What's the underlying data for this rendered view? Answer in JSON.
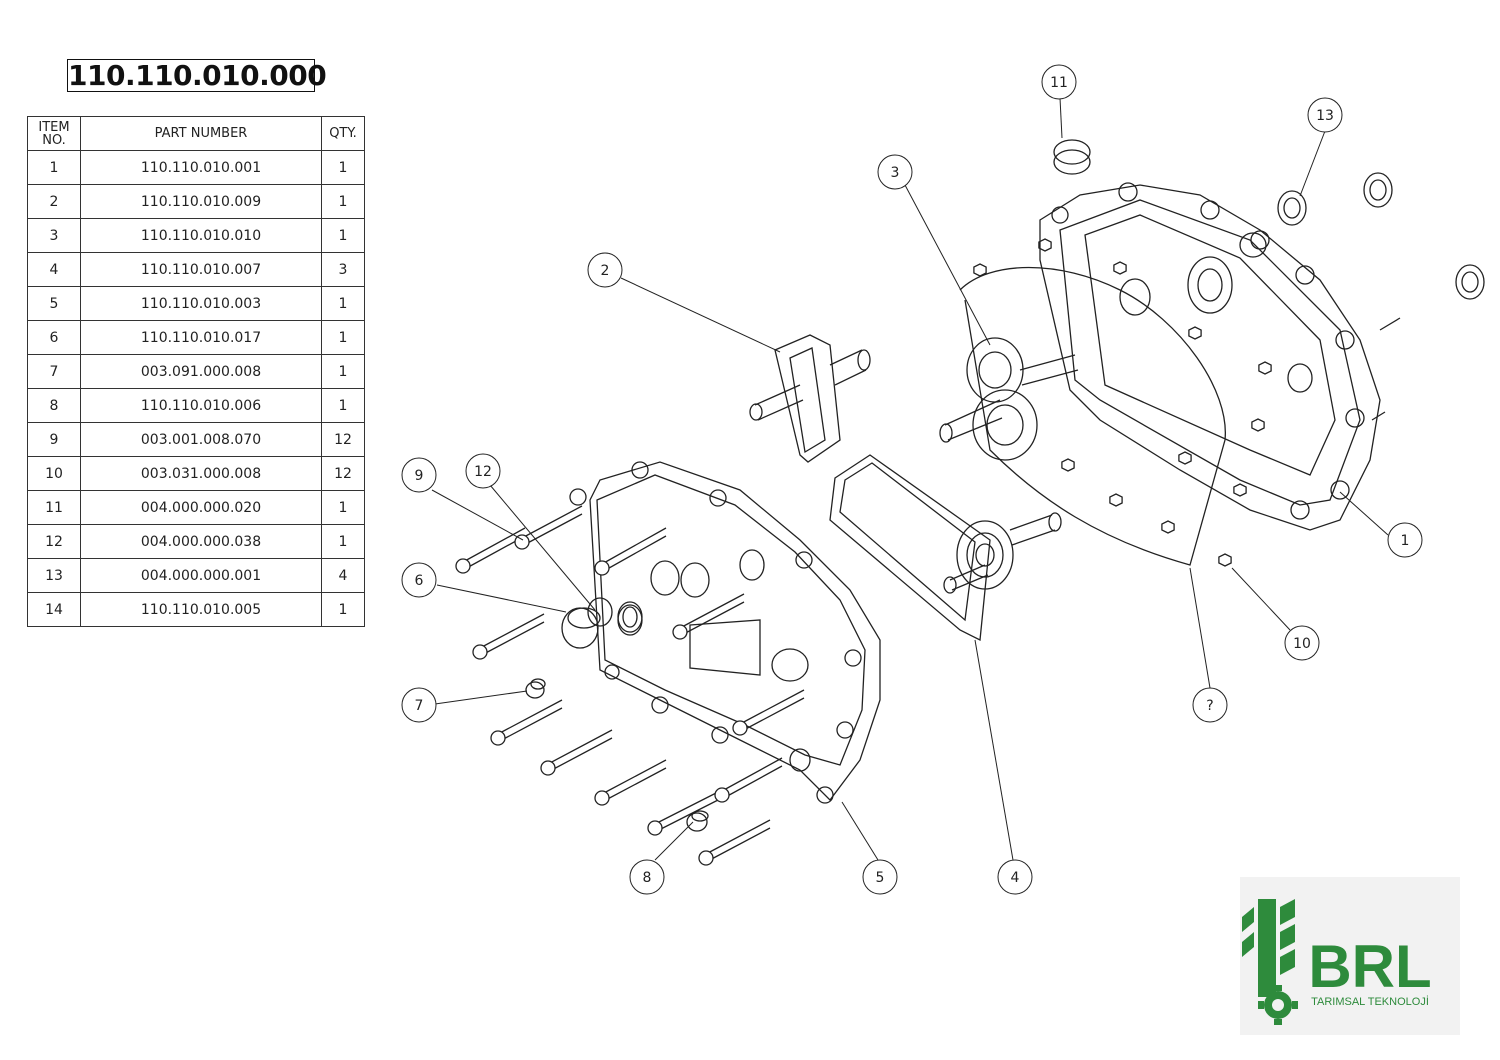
{
  "drawing_number": "110.110.010.000",
  "bom": {
    "headers": {
      "item": "ITEM NO.",
      "part_number": "PART NUMBER",
      "qty": "QTY."
    },
    "rows": [
      {
        "item": "1",
        "part_number": "110.110.010.001",
        "qty": "1"
      },
      {
        "item": "2",
        "part_number": "110.110.010.009",
        "qty": "1"
      },
      {
        "item": "3",
        "part_number": "110.110.010.010",
        "qty": "1"
      },
      {
        "item": "4",
        "part_number": "110.110.010.007",
        "qty": "3"
      },
      {
        "item": "5",
        "part_number": "110.110.010.003",
        "qty": "1"
      },
      {
        "item": "6",
        "part_number": "110.110.010.017",
        "qty": "1"
      },
      {
        "item": "7",
        "part_number": "003.091.000.008",
        "qty": "1"
      },
      {
        "item": "8",
        "part_number": "110.110.010.006",
        "qty": "1"
      },
      {
        "item": "9",
        "part_number": "003.001.008.070",
        "qty": "12"
      },
      {
        "item": "10",
        "part_number": "003.031.000.008",
        "qty": "12"
      },
      {
        "item": "11",
        "part_number": "004.000.000.020",
        "qty": "1"
      },
      {
        "item": "12",
        "part_number": "004.000.000.038",
        "qty": "1"
      },
      {
        "item": "13",
        "part_number": "004.000.000.001",
        "qty": "4"
      },
      {
        "item": "14",
        "part_number": "110.110.010.005",
        "qty": "1"
      }
    ]
  },
  "balloons": [
    "1",
    "2",
    "3",
    "4",
    "5",
    "6",
    "7",
    "8",
    "9",
    "10",
    "11",
    "12",
    "13",
    "?"
  ],
  "logo": {
    "brand": "BRL",
    "tagline": "TARIMSAL TEKNOLOJİ",
    "green": "#2e8b3c"
  }
}
